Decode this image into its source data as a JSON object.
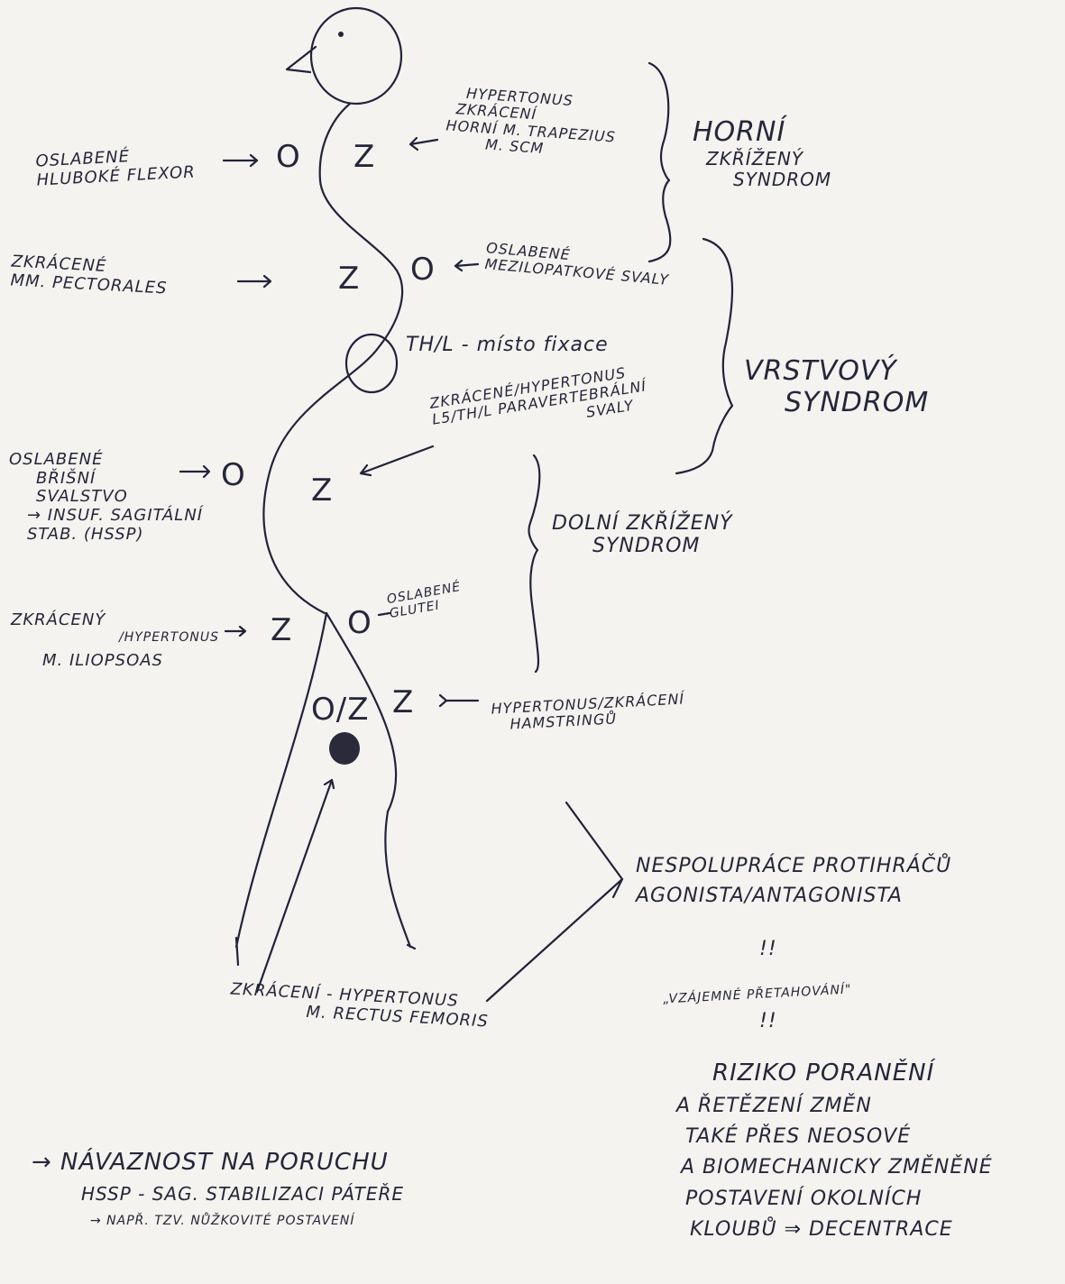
{
  "figure": {
    "markers": {
      "o": "O",
      "z": "Z",
      "oz": "O/Z"
    },
    "thl": "TH/L - místo fixace"
  },
  "left_labels": [
    {
      "line1": "OSLABENÉ",
      "line2": "HLUBOKÉ FLEXOR"
    },
    {
      "line1": "ZKRÁCENÉ",
      "line2": "MM. PECTORALES"
    },
    {
      "line1": "OSLABENÉ",
      "line2": "BŘIŠNÍ",
      "line3": "SVALSTVO",
      "line4": "→ INSUF. SAGITÁLNÍ",
      "line5": "STAB. (HSSP)"
    },
    {
      "line1": "ZKRÁCENÝ",
      "line2": "/HYPERTONUS",
      "line3": "M. ILIOPSOAS"
    }
  ],
  "right_labels": {
    "upper": {
      "line1": "HYPERTONUS",
      "line2": "ZKRÁCENÍ",
      "line3": "HORNÍ M. TRAPEZIUS",
      "line4": "M. SCM"
    },
    "mid": {
      "line1": "OSLABENÉ",
      "line2": "MEZILOPATKOVÉ SVALY"
    },
    "lower": {
      "line1": "ZKRÁCENÉ/HYPERTONUS",
      "line2": "L5/TH/L PARAVERTEBRÁLNÍ",
      "line3": "SVALY"
    },
    "glutei": {
      "line1": "OSLABENÉ",
      "line2": "GLUTEI"
    },
    "hamstring": {
      "line1": "HYPERTONUS/ZKRÁCENÍ",
      "line2": "HAMSTRINGŮ"
    }
  },
  "syndromes": {
    "horni": {
      "line1": "HORNÍ",
      "line2": "ZKŘÍŽENÝ",
      "line3": "SYNDROM"
    },
    "vrstvovy": {
      "line1": "VRSTVOVÝ",
      "line2": "SYNDROM"
    },
    "dolni": {
      "line1": "DOLNÍ ZKŘÍŽENÝ",
      "line2": "SYNDROM"
    }
  },
  "rectus": {
    "line1": "ZKRÁCENÍ - HYPERTONUS",
    "line2": "M. RECTUS FEMORIS"
  },
  "nespoluprace": {
    "line1": "NESPOLUPRÁCE PROTIHRÁČŮ",
    "line2": "AGONISTA/ANTAGONISTA"
  },
  "arrow_down": "!!",
  "vzajemne": "„VZÁJEMNÉ PŘETAHOVÁNÍ\"",
  "riziko": {
    "line1": "RIZIKO PORANĚNÍ",
    "line2": "A ŘETĚZENÍ ZMĚN",
    "line3": "TAKÉ PŘES NEOSOVÉ",
    "line4": "A BIOMECHANICKY ZMĚNĚNÉ",
    "line5": "POSTAVENÍ OKOLNÍCH",
    "line6": "KLOUBŮ ⇒ DECENTRACE"
  },
  "navaznost": {
    "line1": "→ NÁVAZNOST NA PORUCHU",
    "line2": "HSSP - SAG. STABILIZACI PÁTEŘE",
    "line3": "→ NAPŘ. TZV. NŮŽKOVITÉ POSTAVENÍ"
  }
}
